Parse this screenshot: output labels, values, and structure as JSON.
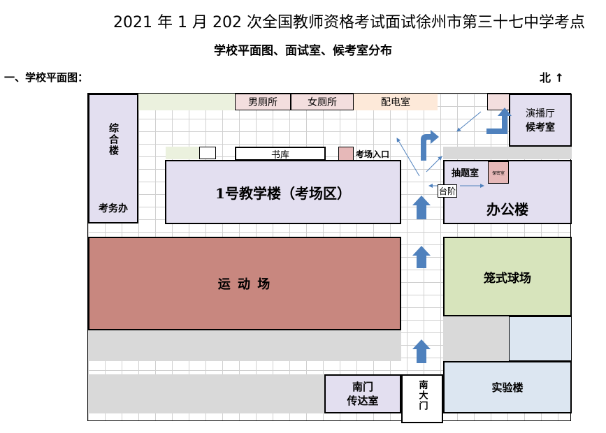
{
  "header": {
    "title": "2021 年 1 月 202 次全国教师资格考试面试徐州市第三十七中学考点",
    "subtitle": "学校平面图、面试室、候考室分布",
    "section": "一、学校平面图：",
    "north": "北 ↑"
  },
  "map": {
    "zonghe": "综合楼",
    "kaowu": "考务办",
    "nancesuo": "男厕所",
    "nvcesuo": "女厕所",
    "peidian": "配电室",
    "yanbo": "演播厅",
    "houkao": "候考室",
    "shuku": "书库",
    "kaochang_entry": "考场入口",
    "choutishi": "抽题室",
    "baoxian": "保密室",
    "teaching1": "1号教学楼（考场区）",
    "taijie": "台阶",
    "bangong": "办公楼",
    "yundong": "运 动 场",
    "longshi": "笼式球场",
    "nanmen_guard": "南门\n传达室",
    "nan_gate": "南大门",
    "shiyan": "实验楼"
  },
  "colors": {
    "arrow_blue": "#4f81bd",
    "track": "#c8877f",
    "building": "#e3dff0",
    "court": "#d7e4bc",
    "lab": "#dce6f1"
  }
}
